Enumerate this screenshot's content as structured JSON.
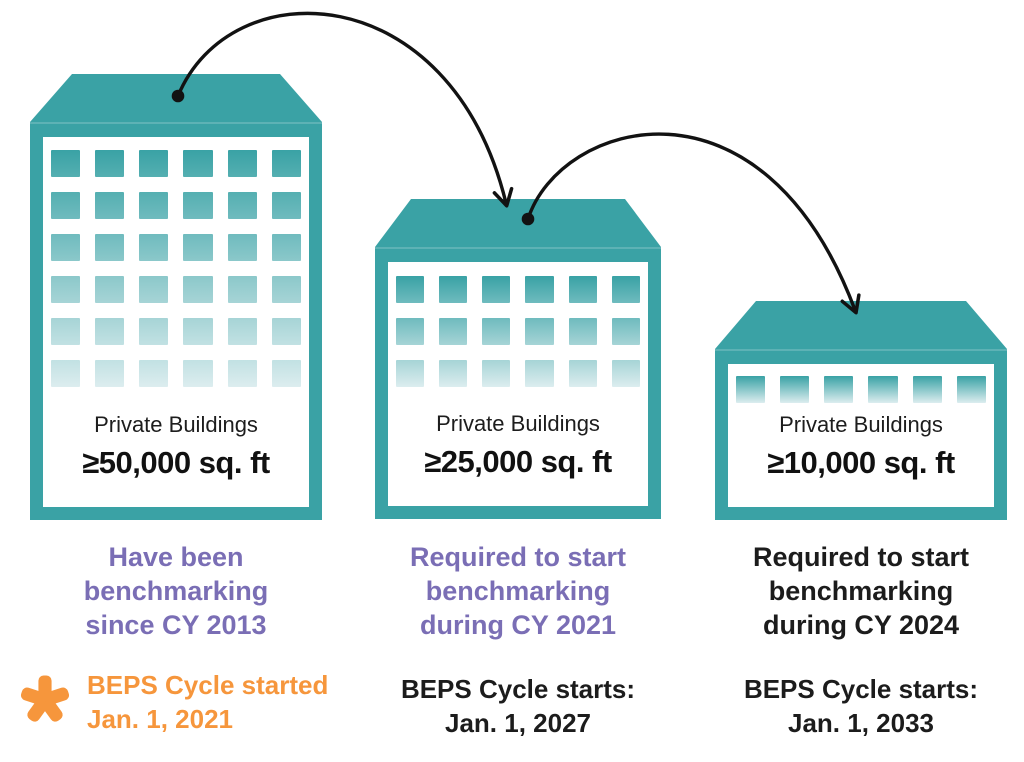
{
  "colors": {
    "teal": "#3AA2A5",
    "window_top": "#39A2A5",
    "window_bottom": "#DCEDEF",
    "purple": "#7A6EB5",
    "orange": "#F6963C",
    "ink": "#1C1C1C"
  },
  "buildings": [
    {
      "label": "Private Buildings",
      "size": "≥50,000 sq. ft",
      "windows": {
        "cols": 6,
        "rows": 6
      }
    },
    {
      "label": "Private Buildings",
      "size": "≥25,000 sq. ft",
      "windows": {
        "cols": 6,
        "rows": 3
      }
    },
    {
      "label": "Private Buildings",
      "size": "≥10,000 sq. ft",
      "windows": {
        "cols": 6,
        "rows": 1
      }
    }
  ],
  "captions": [
    {
      "status": "Have been\nbenchmarking\nsince CY 2013",
      "status_color": "purple",
      "cycle": "BEPS Cycle started\nJan. 1, 2021",
      "cycle_color": "orange",
      "icon": "asterisk-icon"
    },
    {
      "status": "Required to start\nbenchmarking\nduring CY 2021",
      "status_color": "purple",
      "cycle": "BEPS Cycle starts:\nJan. 1, 2027",
      "cycle_color": "ink"
    },
    {
      "status": "Required to start\nbenchmarking\nduring CY 2024",
      "status_color": "ink",
      "cycle": "BEPS Cycle starts:\nJan. 1, 2033",
      "cycle_color": "ink"
    }
  ]
}
